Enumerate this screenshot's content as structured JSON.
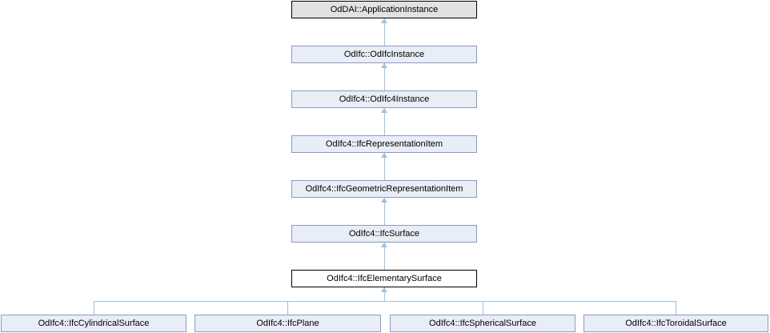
{
  "diagram": {
    "type": "class-inheritance-graph",
    "nodes": {
      "application_instance": {
        "label": "OdDAI::ApplicationInstance",
        "kind": "external"
      },
      "odifc_instance": {
        "label": "OdIfc::OdIfcInstance",
        "kind": "linked"
      },
      "odifc4_instance": {
        "label": "OdIfc4::OdIfc4Instance",
        "kind": "linked"
      },
      "ifc_representation_item": {
        "label": "OdIfc4::IfcRepresentationItem",
        "kind": "linked"
      },
      "ifc_geometric_representation_item": {
        "label": "OdIfc4::IfcGeometricRepresentationItem",
        "kind": "linked"
      },
      "ifc_surface": {
        "label": "OdIfc4::IfcSurface",
        "kind": "linked"
      },
      "ifc_elementary_surface": {
        "label": "OdIfc4::IfcElementarySurface",
        "kind": "current"
      },
      "ifc_cylindrical_surface": {
        "label": "OdIfc4::IfcCylindricalSurface",
        "kind": "linked"
      },
      "ifc_plane": {
        "label": "OdIfc4::IfcPlane",
        "kind": "linked"
      },
      "ifc_spherical_surface": {
        "label": "OdIfc4::IfcSphericalSurface",
        "kind": "linked"
      },
      "ifc_toroidal_surface": {
        "label": "OdIfc4::IfcToroidalSurface",
        "kind": "linked"
      }
    },
    "edges": [
      {
        "from": "odifc_instance",
        "to": "application_instance"
      },
      {
        "from": "odifc4_instance",
        "to": "odifc_instance"
      },
      {
        "from": "ifc_representation_item",
        "to": "odifc4_instance"
      },
      {
        "from": "ifc_geometric_representation_item",
        "to": "ifc_representation_item"
      },
      {
        "from": "ifc_surface",
        "to": "ifc_geometric_representation_item"
      },
      {
        "from": "ifc_elementary_surface",
        "to": "ifc_surface"
      },
      {
        "from": "ifc_cylindrical_surface",
        "to": "ifc_elementary_surface"
      },
      {
        "from": "ifc_plane",
        "to": "ifc_elementary_surface"
      },
      {
        "from": "ifc_spherical_surface",
        "to": "ifc_elementary_surface"
      },
      {
        "from": "ifc_toroidal_surface",
        "to": "ifc_elementary_surface"
      }
    ],
    "colors": {
      "node_fill": "#E8EDF6",
      "node_border": "#8A9BC4",
      "current_fill": "#FFFFFF",
      "current_border": "#000000",
      "external_fill": "#E2E2E2",
      "external_border": "#000000",
      "edge_color": "#9CC2E0",
      "text_color": "#000000"
    }
  }
}
